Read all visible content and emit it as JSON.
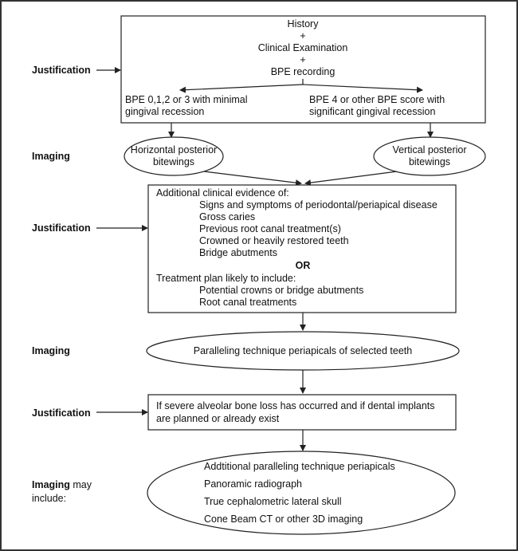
{
  "left_labels": {
    "justification_1": "Justification",
    "imaging_1": "Imaging",
    "justification_2": "Justification",
    "imaging_2": "Imaging",
    "justification_3": "Justification",
    "imaging_3_bold": "Imaging",
    "imaging_3_rest": " may",
    "imaging_3_line2": "include:"
  },
  "top_box": {
    "line1": "History",
    "plus1": "+",
    "line2": "Clinical Examination",
    "plus2": "+",
    "line3": "BPE recording",
    "left_branch_1": "BPE 0,1,2 or 3 with minimal",
    "left_branch_2": "gingival recession",
    "right_branch_1": "BPE 4 or other BPE score with",
    "right_branch_2": "significant gingival recession"
  },
  "ellipse_left": {
    "line1": "Horizontal posterior",
    "line2": "bitewings"
  },
  "ellipse_right": {
    "line1": "Vertical posterior",
    "line2": "bitewings"
  },
  "evidence_box": {
    "heading": "Additional clinical evidence of:",
    "items": [
      "Signs and symptoms of periodontal/periapical disease",
      "Gross caries",
      "Previous root canal treatment(s)",
      "Crowned or heavily restored teeth",
      "Bridge abutments"
    ],
    "or": "OR",
    "plan_heading": "Treatment plan likely to include:",
    "plan_items": [
      "Potential crowns or bridge abutments",
      "Root canal treatments"
    ]
  },
  "periapical_ellipse": "Paralleling technique periapicals of selected teeth",
  "bone_loss_box": {
    "line1": "If severe alveolar bone loss has occurred and if dental implants",
    "line2": "are planned or already exist"
  },
  "final_ellipse": {
    "items": [
      "Addtitional paralleling technique periapicals",
      "Panoramic radiograph",
      "True cephalometric lateral skull",
      "Cone Beam CT or other 3D imaging"
    ]
  }
}
